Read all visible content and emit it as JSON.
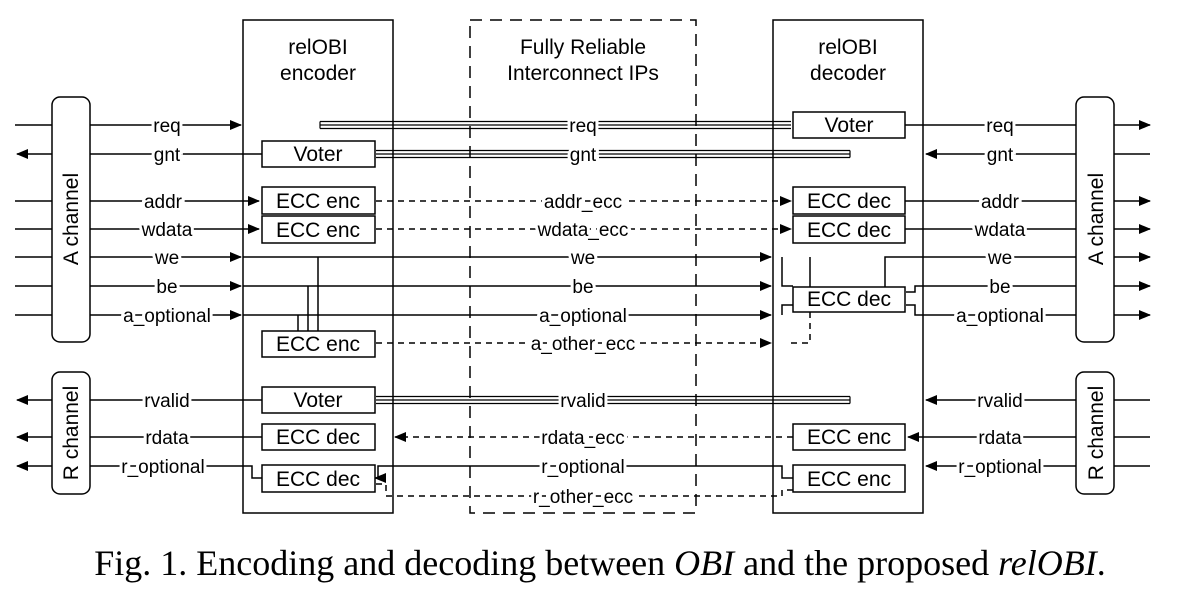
{
  "headers": {
    "encoder": [
      "relOBI",
      "encoder"
    ],
    "interconnect": [
      "Fully Reliable",
      "Interconnect IPs"
    ],
    "decoder": [
      "relOBI",
      "decoder"
    ]
  },
  "channels": {
    "a_left": "A channel",
    "a_right": "A channel",
    "r_left": "R channel",
    "r_right": "R channel"
  },
  "blocks": {
    "enc_voter_gnt": "Voter",
    "enc_ecc_addr": "ECC enc",
    "enc_ecc_wdata": "ECC enc",
    "enc_ecc_other": "ECC enc",
    "enc_voter_rvalid": "Voter",
    "enc_ecc_rdata": "ECC dec",
    "enc_ecc_roptional": "ECC dec",
    "dec_voter_req": "Voter",
    "dec_ecc_addr": "ECC dec",
    "dec_ecc_wdata": "ECC dec",
    "dec_ecc_other": "ECC dec",
    "dec_ecc_rdata": "ECC enc",
    "dec_ecc_roptional": "ECC enc"
  },
  "signals_left": {
    "req": "req",
    "gnt": "gnt",
    "addr": "addr",
    "wdata": "wdata",
    "we": "we",
    "be": "be",
    "a_optional": "a_optional",
    "rvalid": "rvalid",
    "rdata": "rdata",
    "r_optional": "r_optional"
  },
  "signals_mid": {
    "req": "req",
    "gnt": "gnt",
    "addr": "addr_ecc",
    "wdata": "wdata_ecc",
    "we": "we",
    "be": "be",
    "a_optional": "a_optional",
    "a_other": "a_other_ecc",
    "rvalid": "rvalid",
    "rdata": "rdata_ecc",
    "r_optional": "r_optional",
    "r_other": "r_other_ecc"
  },
  "signals_right": {
    "req": "req",
    "gnt": "gnt",
    "addr": "addr",
    "wdata": "wdata",
    "we": "we",
    "be": "be",
    "a_optional": "a_optional",
    "rvalid": "rvalid",
    "rdata": "rdata",
    "r_optional": "r_optional"
  },
  "caption": {
    "prefix": "Fig. 1.  Encoding and decoding between ",
    "obi": "OBI",
    "middle": " and the proposed ",
    "relobi": "relOBI",
    "suffix": "."
  }
}
